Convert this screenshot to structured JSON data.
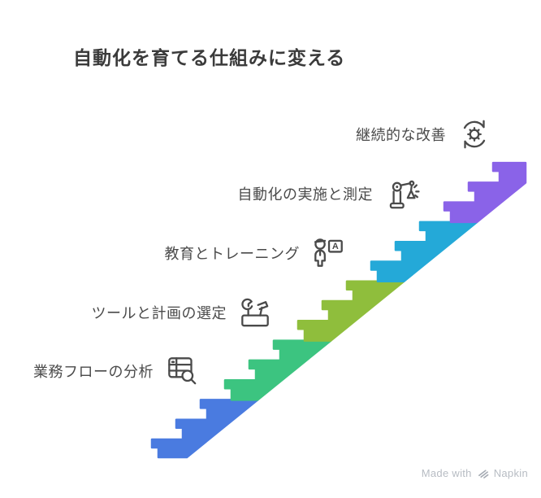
{
  "title": "自動化を育てる仕組みに変える",
  "diagram": {
    "type": "ascending-steps",
    "direction": "bottom-left-to-top-right",
    "steps_per_segment": 3,
    "steps": [
      {
        "label": "業務フローの分析",
        "icon": "table-search-icon",
        "color": "#4a7be0"
      },
      {
        "label": "ツールと計画の選定",
        "icon": "toolbox-icon",
        "color": "#3cc480"
      },
      {
        "label": "教育とトレーニング",
        "icon": "training-board-icon",
        "color": "#8fbe3c"
      },
      {
        "label": "自動化の実施と測定",
        "icon": "robot-arm-icon",
        "color": "#24a9d8"
      },
      {
        "label": "継続的な改善",
        "icon": "refresh-gear-icon",
        "color": "#8a63e8"
      }
    ],
    "icon_stroke_color": "#4a4a4a",
    "label_color": "#4a4a4a"
  },
  "footer": {
    "prefix": "Made with",
    "brand": "Napkin",
    "logo": "napkin-logo-icon"
  }
}
